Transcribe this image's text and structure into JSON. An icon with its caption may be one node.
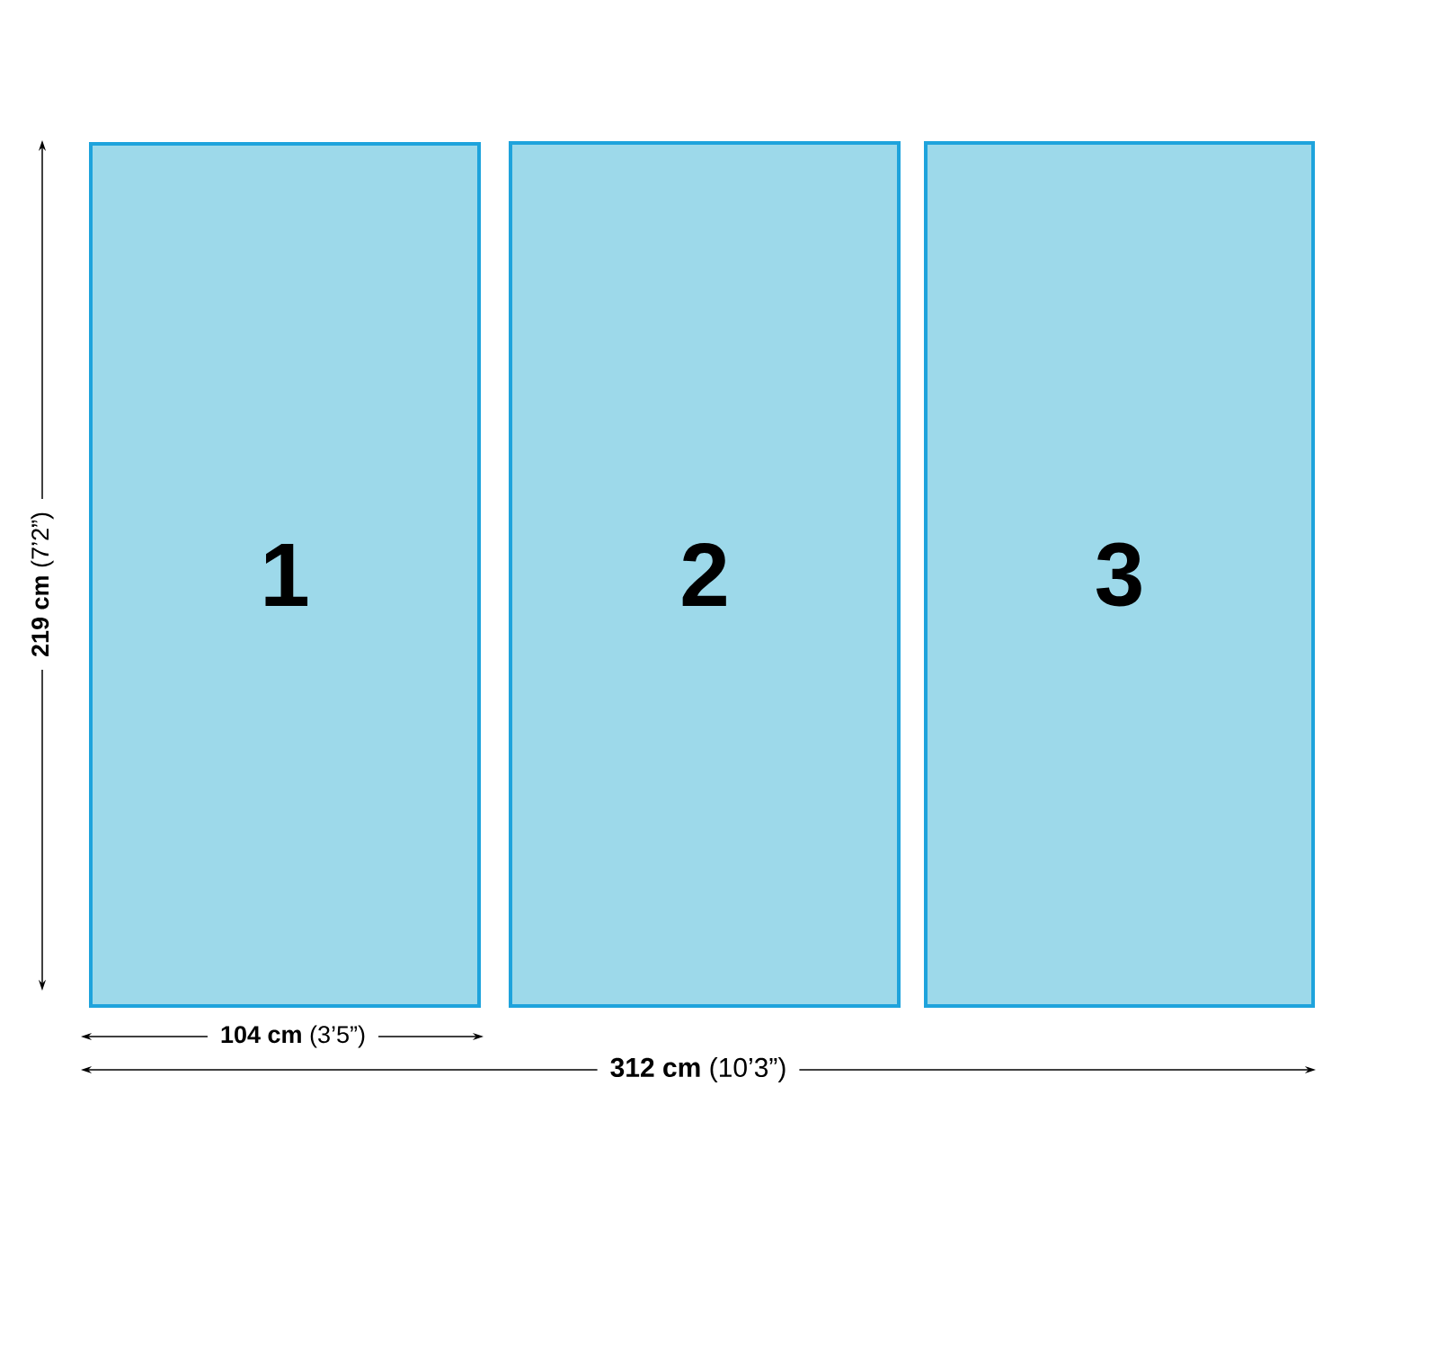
{
  "diagram": {
    "nodes": [
      {
        "text": [
          "1"
        ]
      },
      {
        "text": [
          "2"
        ]
      },
      {
        "text": [
          "3"
        ]
      }
    ],
    "labels": [
      "**219 cm** (7’2”)",
      "**104 cm** (3’5”)",
      "**312 cm** (10’3”)"
    ]
  }
}
